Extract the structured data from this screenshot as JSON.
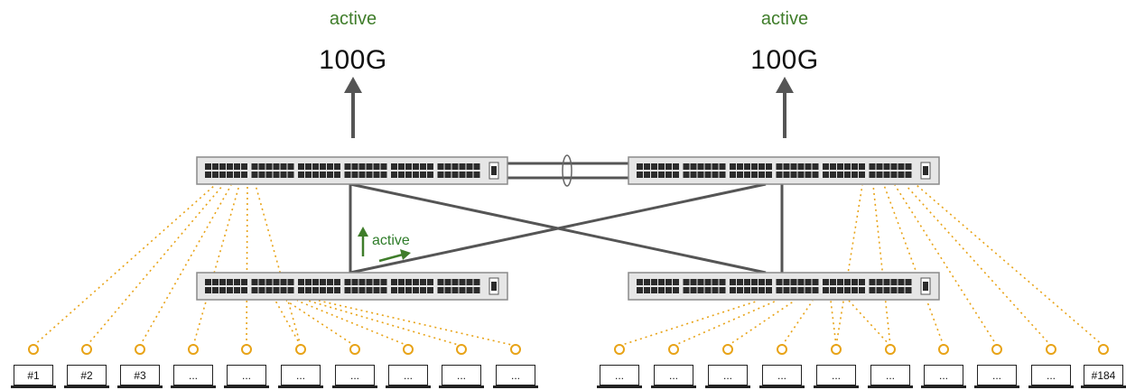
{
  "uplinks": [
    {
      "status": "active",
      "speed": "100G"
    },
    {
      "status": "active",
      "speed": "100G"
    }
  ],
  "inner_link": {
    "status": "active"
  },
  "servers_left": [
    "#1",
    "#2",
    "#3",
    "...",
    "...",
    "...",
    "...",
    "...",
    "...",
    "..."
  ],
  "servers_right": [
    "...",
    "...",
    "...",
    "...",
    "...",
    "...",
    "...",
    "...",
    "...",
    "#184"
  ],
  "colors": {
    "active": "#3f7d2a",
    "link": "#555555",
    "server_dots": "#e8a317",
    "switch_body": "#e6e6e6",
    "switch_port": "#2b2b2b"
  }
}
